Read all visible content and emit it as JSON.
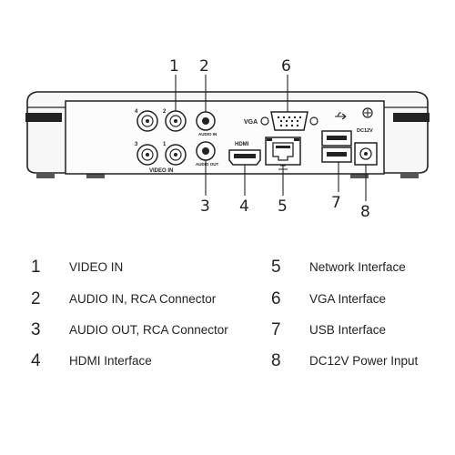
{
  "callouts": [
    {
      "number": "1",
      "label": "VIDEO IN"
    },
    {
      "number": "2",
      "label": "AUDIO IN, RCA Connector"
    },
    {
      "number": "3",
      "label": "AUDIO OUT, RCA Connector"
    },
    {
      "number": "4",
      "label": "HDMI Interface"
    },
    {
      "number": "5",
      "label": "Network Interface"
    },
    {
      "number": "6",
      "label": "VGA Interface"
    },
    {
      "number": "7",
      "label": "USB Interface"
    },
    {
      "number": "8",
      "label": "DC12V Power Input"
    }
  ],
  "panel_labels": {
    "video_in": "VIDEO IN",
    "audio_in": "AUDIO IN",
    "audio_out": "AUDIO OUT",
    "hdmi": "HDMI",
    "vga": "VGA",
    "dc": "DC12V",
    "ch1": "1",
    "ch2": "2",
    "ch3": "3",
    "ch4": "4"
  }
}
